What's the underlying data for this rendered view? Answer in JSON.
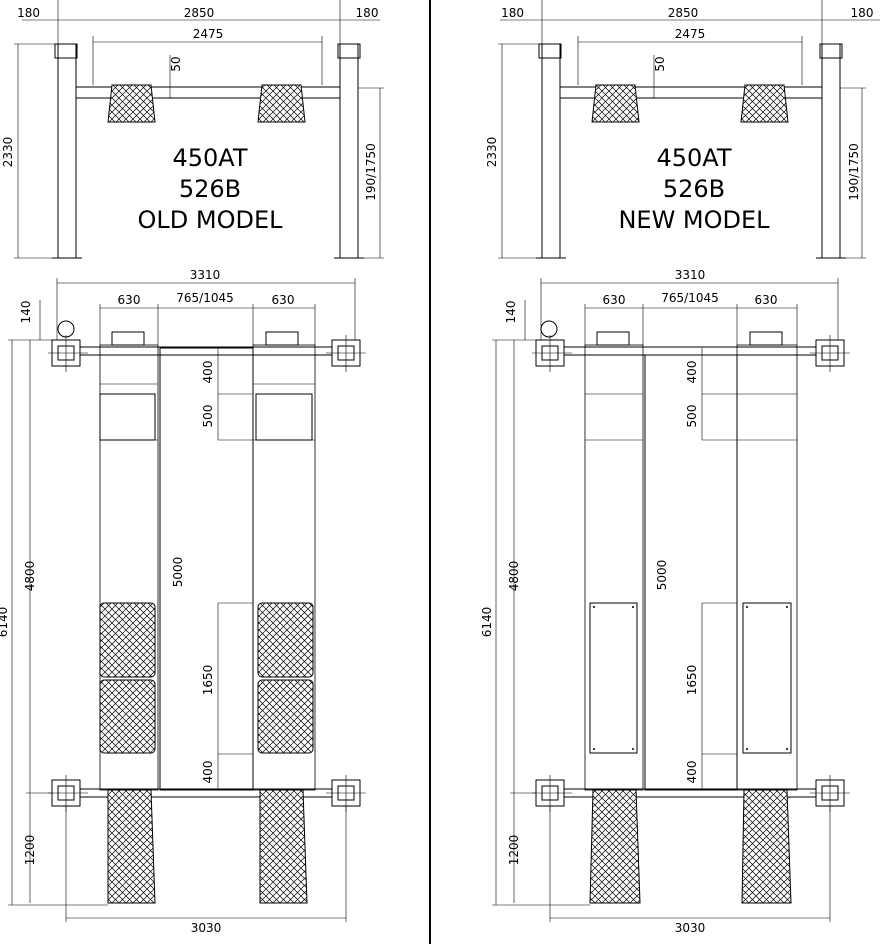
{
  "left": {
    "model": "450AT",
    "code": "526B",
    "label": "OLD MODEL",
    "front": {
      "side_left": "180",
      "overall": "2850",
      "side_right": "180",
      "inner": "2475",
      "pad_drop": "50",
      "height": "2330",
      "lift": "190/1750"
    },
    "plan": {
      "length_total": "3310",
      "runway_w_left": "630",
      "gap": "765/1045",
      "runway_w_right": "630",
      "top_offset": "140",
      "overall_len": "6140",
      "post_len": "4800",
      "runway_len": "5000",
      "d400_top": "400",
      "d500": "500",
      "d1650": "1650",
      "d400_bottom": "400",
      "ramp_len": "1200",
      "base_w": "3030"
    }
  },
  "right": {
    "model": "450AT",
    "code": "526B",
    "label": "NEW MODEL",
    "front": {
      "side_left": "180",
      "overall": "2850",
      "side_right": "180",
      "inner": "2475",
      "pad_drop": "50",
      "height": "2330",
      "lift": "190/1750"
    },
    "plan": {
      "length_total": "3310",
      "runway_w_left": "630",
      "gap": "765/1045",
      "runway_w_right": "630",
      "top_offset": "140",
      "overall_len": "6140",
      "post_len": "4800",
      "runway_len": "5000",
      "d400_top": "400",
      "d500": "500",
      "d1650": "1650",
      "d400_bottom": "400",
      "ramp_len": "1200",
      "base_w": "3030"
    }
  }
}
